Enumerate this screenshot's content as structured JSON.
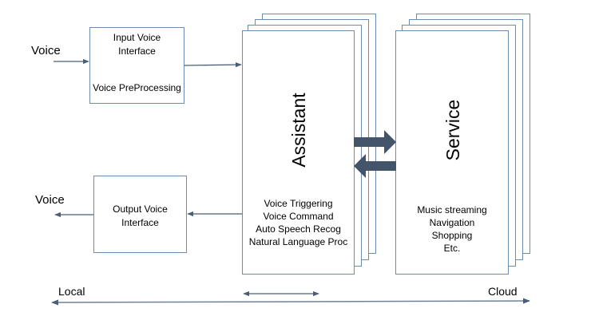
{
  "diagram": {
    "input_voice_label": "Voice",
    "output_voice_label": "Voice",
    "input_box": {
      "title_line1": "Input Voice",
      "title_line2": "Interface",
      "subtitle": "Voice PreProcessing"
    },
    "output_box": {
      "line1": "Output Voice",
      "line2": "Interface"
    },
    "assistant": {
      "title": "Assistant",
      "items": [
        "Voice Triggering",
        "Voice Command",
        "Auto Speech Recog",
        "Natural Language Proc"
      ]
    },
    "service": {
      "title": "Service",
      "items": [
        "Music streaming",
        "Navigation",
        "Shopping",
        "Etc."
      ]
    },
    "axis": {
      "left_label": "Local",
      "right_label": "Cloud"
    },
    "colors": {
      "box_border": "#6a8db0",
      "arrow_line": "#4a5e78",
      "block_arrow": "#44546a"
    }
  }
}
